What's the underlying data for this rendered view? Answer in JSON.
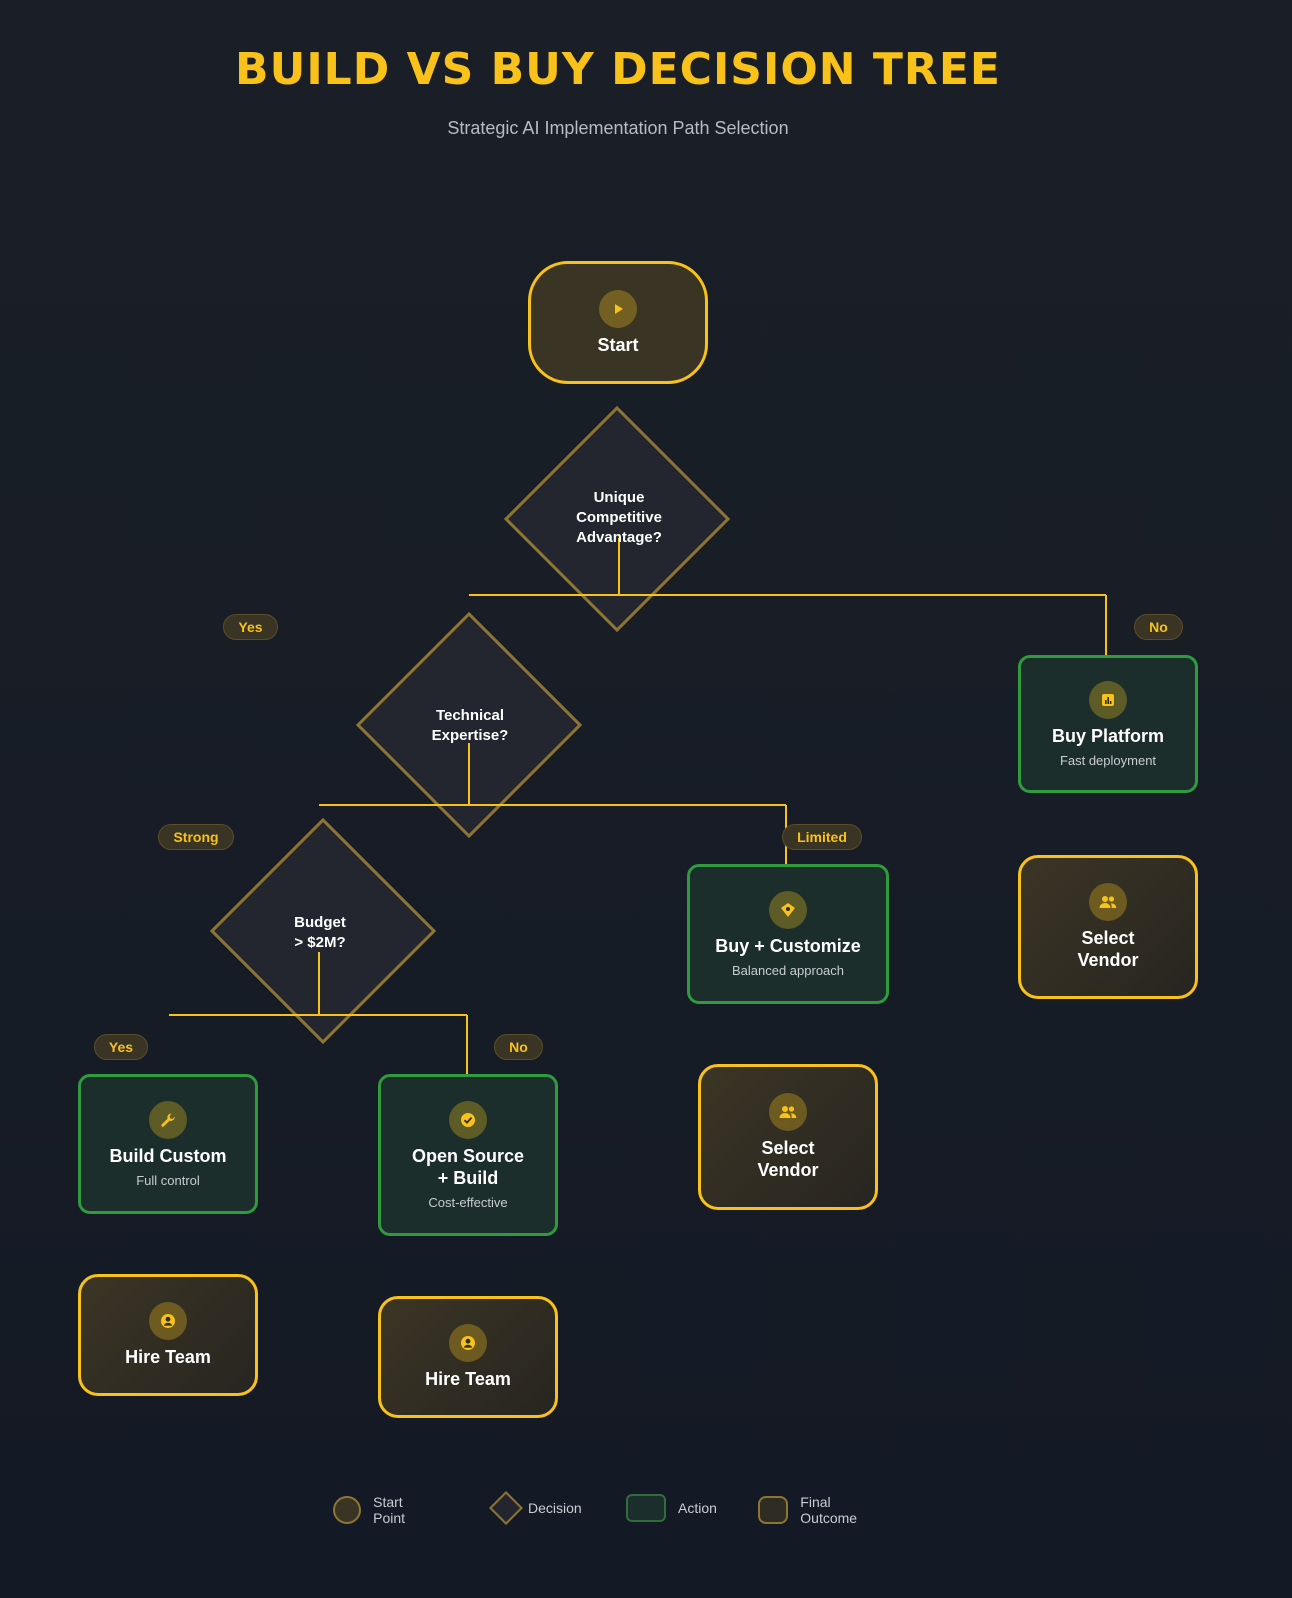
{
  "header": {
    "title": "BUILD VS BUY DECISION TREE",
    "subtitle": "Strategic AI Implementation Path Selection"
  },
  "nodes": {
    "start": {
      "label": "Start",
      "icon": "play-icon"
    },
    "decision_advantage": {
      "line1": "Unique",
      "line2": "Competitive",
      "line3": "Advantage?"
    },
    "decision_expertise": {
      "line1": "Technical",
      "line2": "Expertise?"
    },
    "decision_budget": {
      "line1": "Budget",
      "line2": "> $2M?"
    },
    "buy_platform": {
      "label": "Buy Platform",
      "sub": "Fast deployment",
      "icon": "chart-icon"
    },
    "buy_customize": {
      "label": "Buy + Customize",
      "sub": "Balanced approach",
      "icon": "blend-icon"
    },
    "build_custom": {
      "label": "Build Custom",
      "sub": "Full control",
      "icon": "wrench-icon"
    },
    "open_source": {
      "label1": "Open Source",
      "label2": "+ Build",
      "sub": "Cost-effective",
      "icon": "check-icon"
    },
    "select_vendor_right": {
      "line1": "Select",
      "line2": "Vendor",
      "icon": "people-icon"
    },
    "select_vendor_mid": {
      "line1": "Select",
      "line2": "Vendor",
      "icon": "people-icon"
    },
    "hire_team_left": {
      "label": "Hire Team",
      "icon": "person-icon"
    },
    "hire_team_mid": {
      "label": "Hire Team",
      "icon": "person-icon"
    }
  },
  "edge_labels": {
    "advantage_yes": "Yes",
    "advantage_no": "No",
    "expertise_strong": "Strong",
    "expertise_limited": "Limited",
    "budget_yes": "Yes",
    "budget_no": "No"
  },
  "legend": [
    {
      "label": "Start Point"
    },
    {
      "label": "Decision"
    },
    {
      "label": "Action"
    },
    {
      "label": "Final Outcome"
    }
  ],
  "colors": {
    "accent": "#f8c21a",
    "action_border": "#2f9a3e",
    "decision_border": "#8e7533",
    "background": "#171c25"
  }
}
